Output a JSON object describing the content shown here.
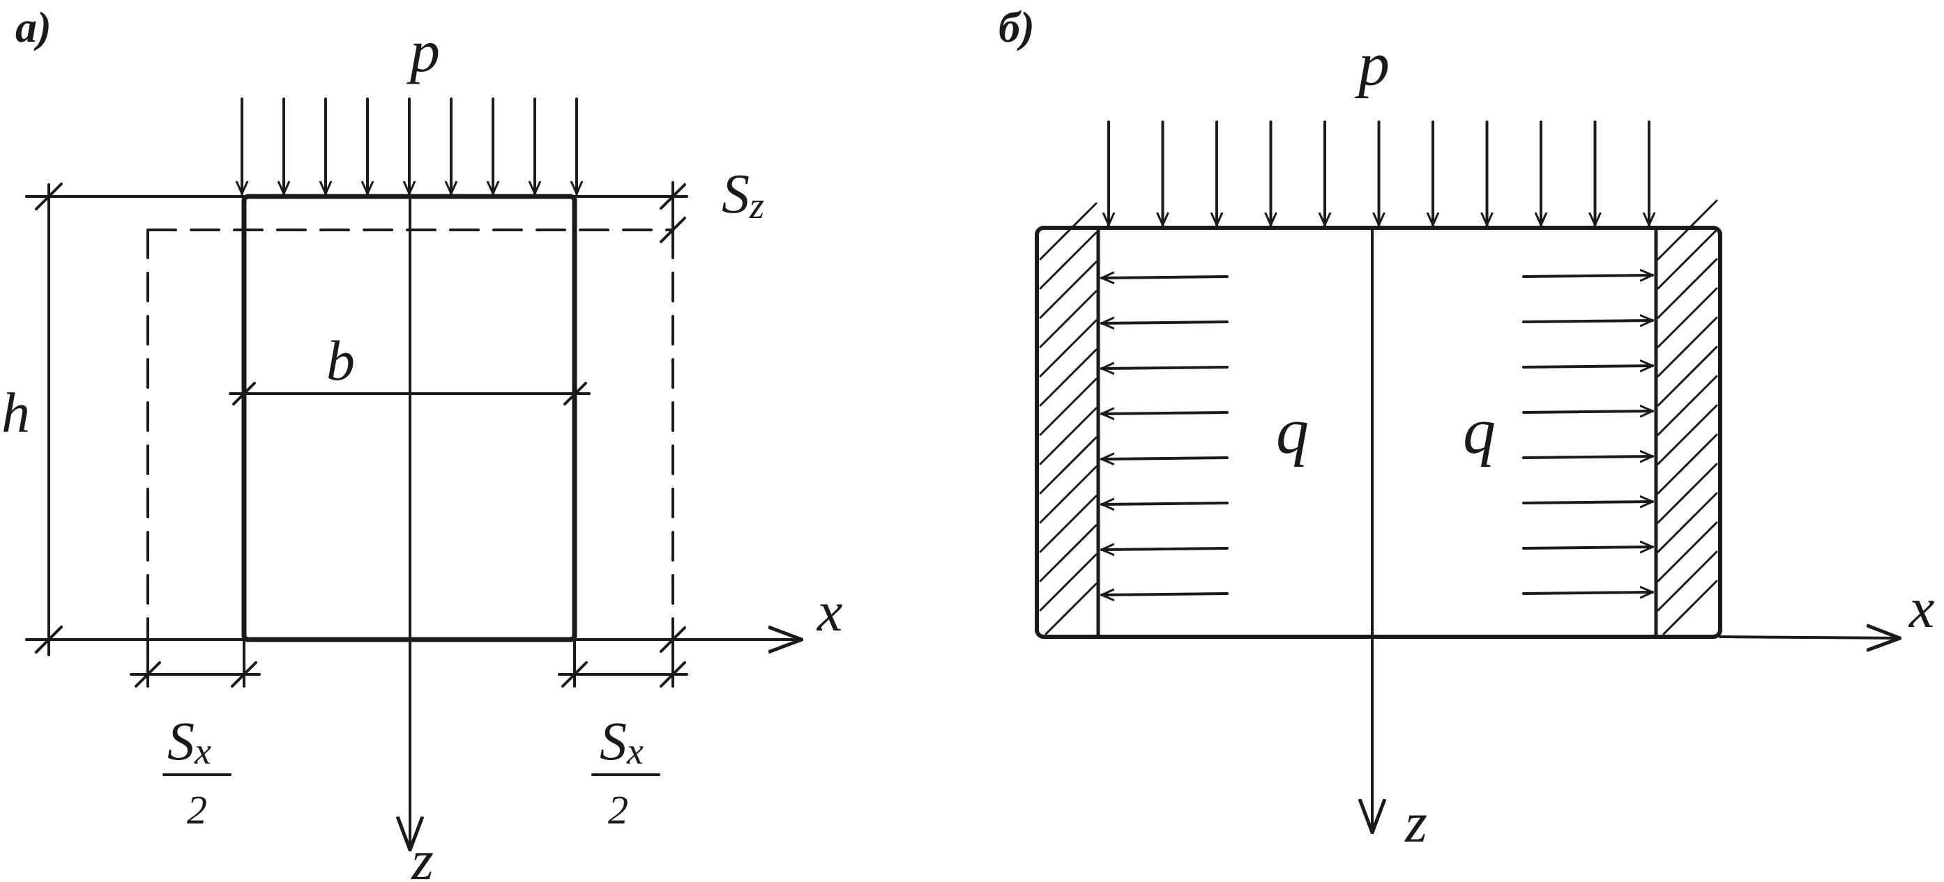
{
  "panel_a": {
    "tag": "а)",
    "load_label": "p",
    "settlement_z_label": "S",
    "settlement_z_sub": "z",
    "height_label": "h",
    "width_label": "b",
    "axis_x_label": "x",
    "axis_z_label": "z",
    "half_sx_left": {
      "num": "S",
      "num_sub": "x",
      "den": "2"
    },
    "half_sx_right": {
      "num": "S",
      "num_sub": "x",
      "den": "2"
    }
  },
  "panel_b": {
    "tag": "б)",
    "load_label": "p",
    "lateral_left_label": "q",
    "lateral_right_label": "q",
    "axis_x_label": "x",
    "axis_z_label": "z"
  },
  "colors": {
    "ink": "#1a1a1a",
    "background": "#ffffff"
  }
}
